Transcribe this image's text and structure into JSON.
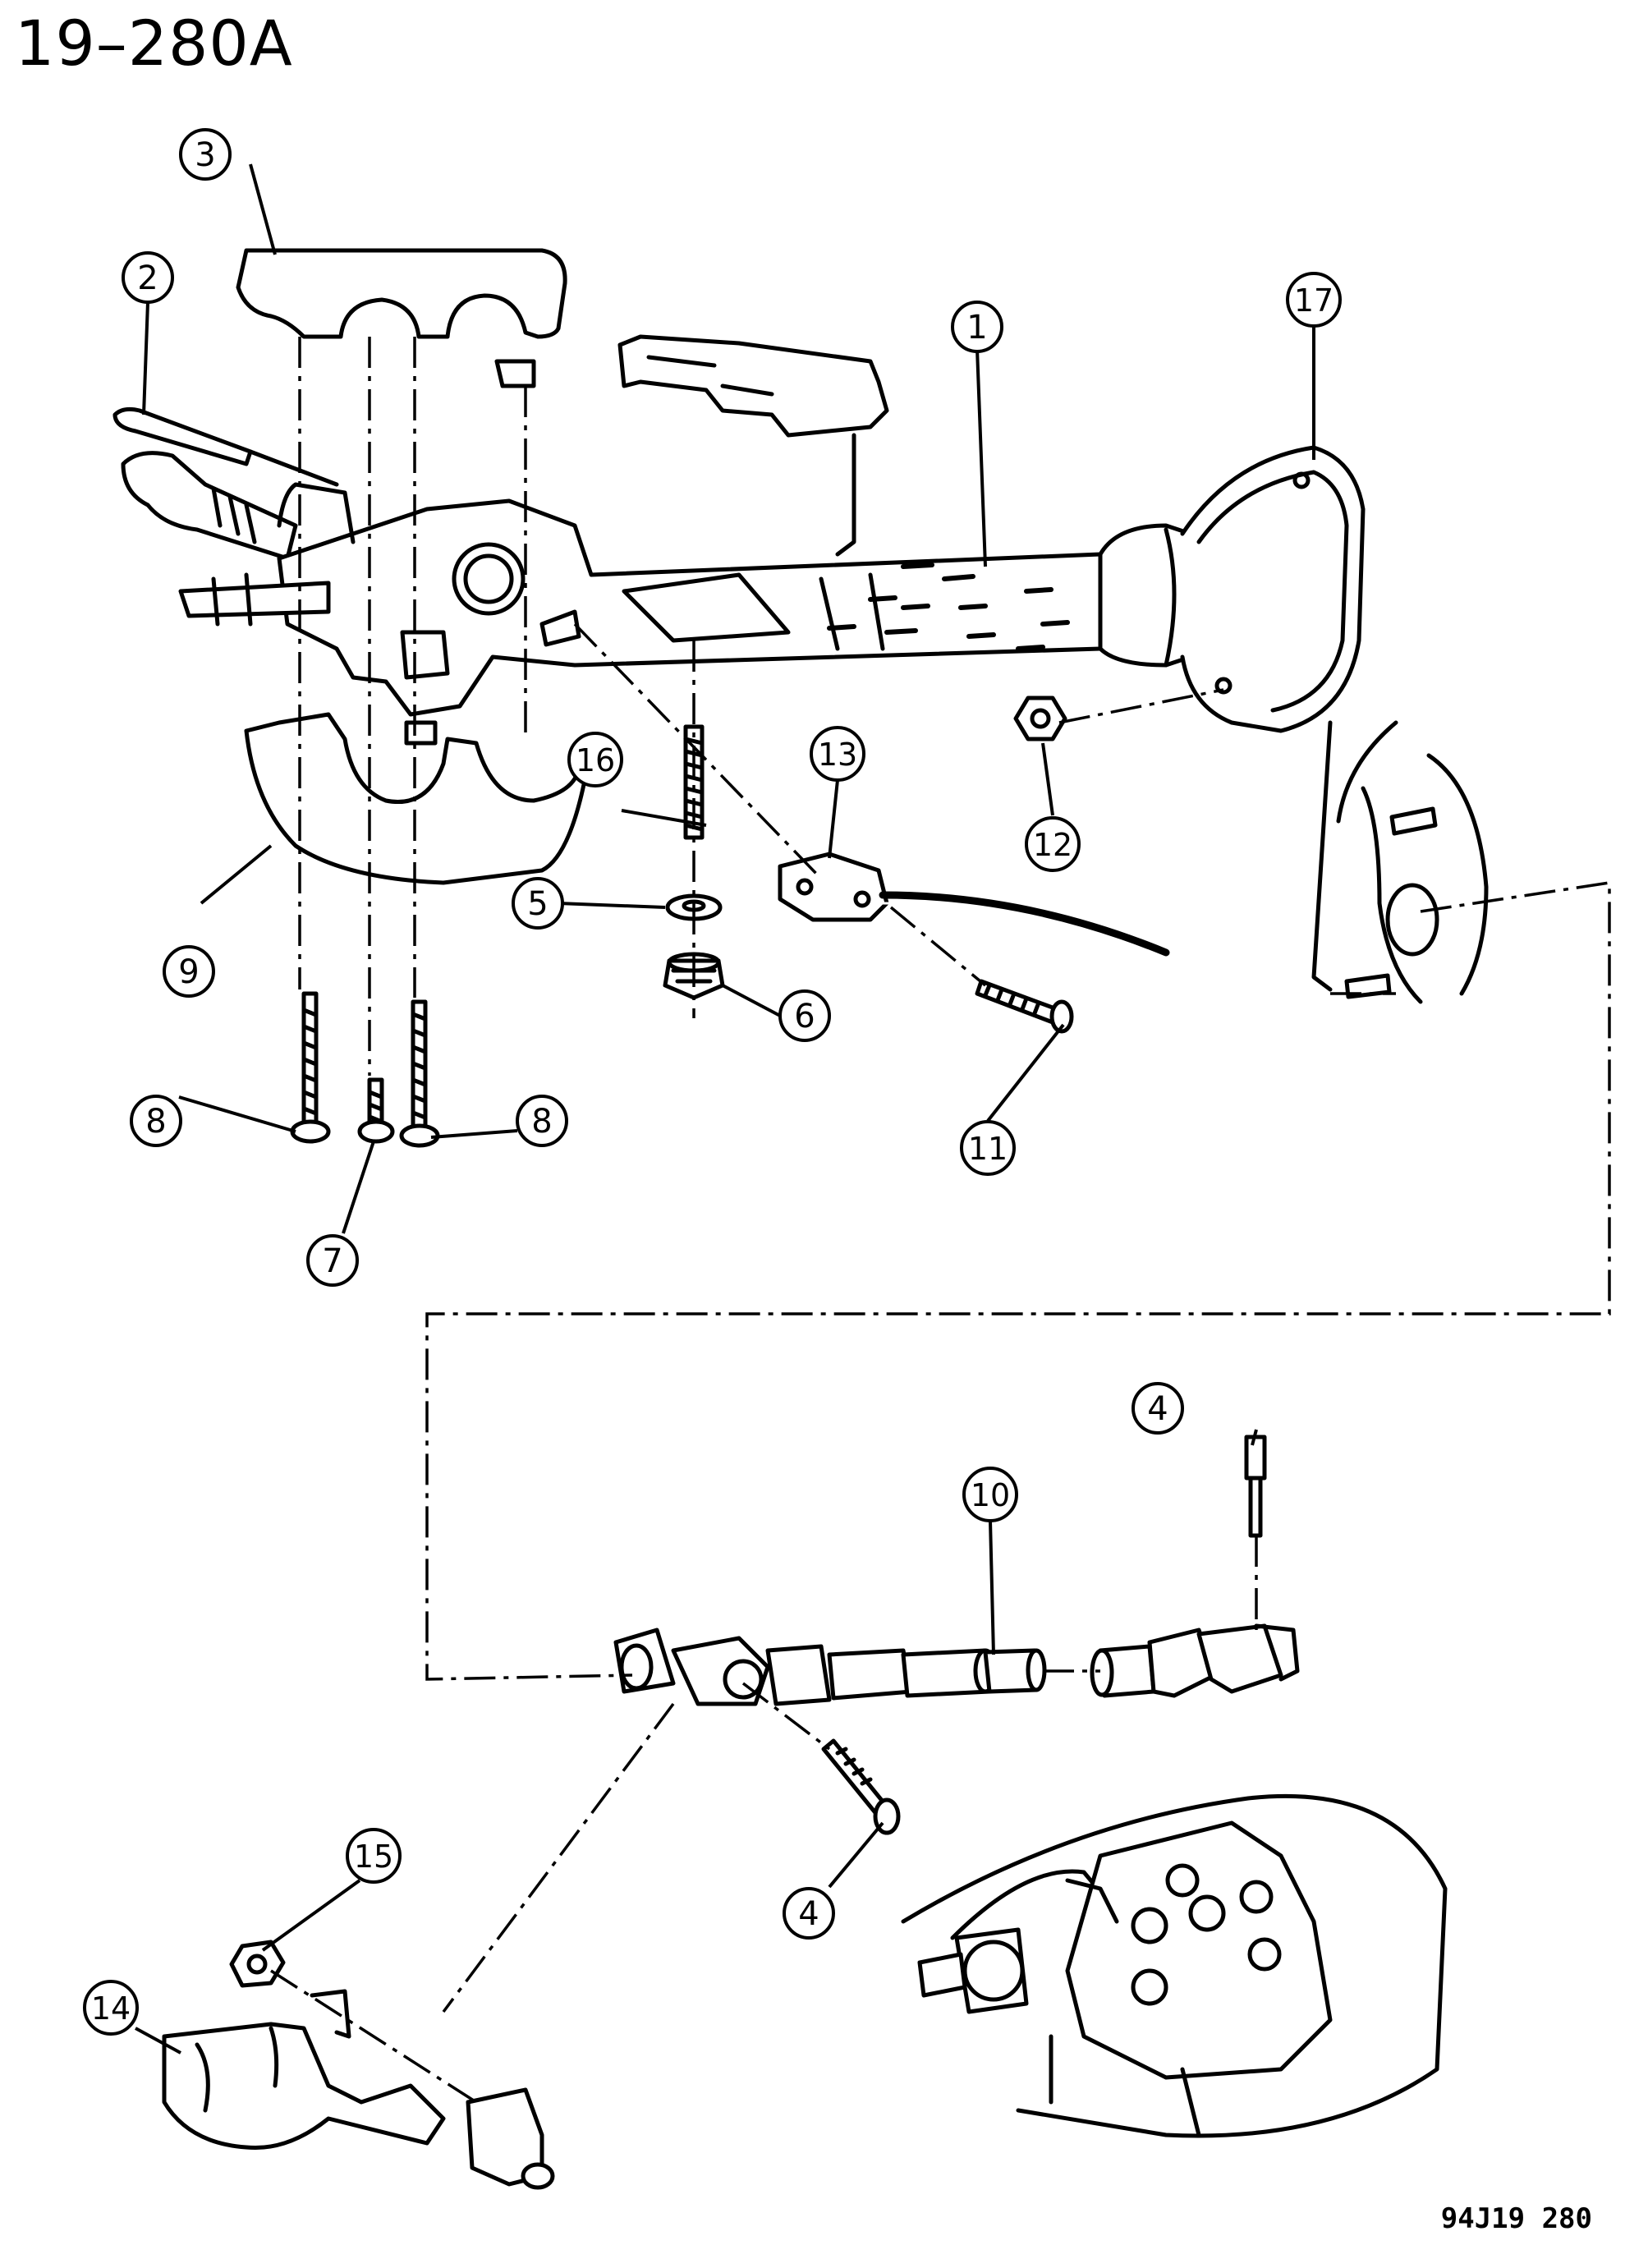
{
  "page": {
    "title": "19–280A",
    "figure_code": "94J19  280"
  },
  "callouts": [
    {
      "id": "c1",
      "number": "1"
    },
    {
      "id": "c2",
      "number": "2"
    },
    {
      "id": "c3",
      "number": "3"
    },
    {
      "id": "c4a",
      "number": "4"
    },
    {
      "id": "c4b",
      "number": "4"
    },
    {
      "id": "c5",
      "number": "5"
    },
    {
      "id": "c6",
      "number": "6"
    },
    {
      "id": "c7",
      "number": "7"
    },
    {
      "id": "c8a",
      "number": "8"
    },
    {
      "id": "c8b",
      "number": "8"
    },
    {
      "id": "c9",
      "number": "9"
    },
    {
      "id": "c10",
      "number": "10"
    },
    {
      "id": "c11",
      "number": "11"
    },
    {
      "id": "c12",
      "number": "12"
    },
    {
      "id": "c13",
      "number": "13"
    },
    {
      "id": "c14",
      "number": "14"
    },
    {
      "id": "c15",
      "number": "15"
    },
    {
      "id": "c16",
      "number": "16"
    },
    {
      "id": "c17",
      "number": "17"
    }
  ]
}
